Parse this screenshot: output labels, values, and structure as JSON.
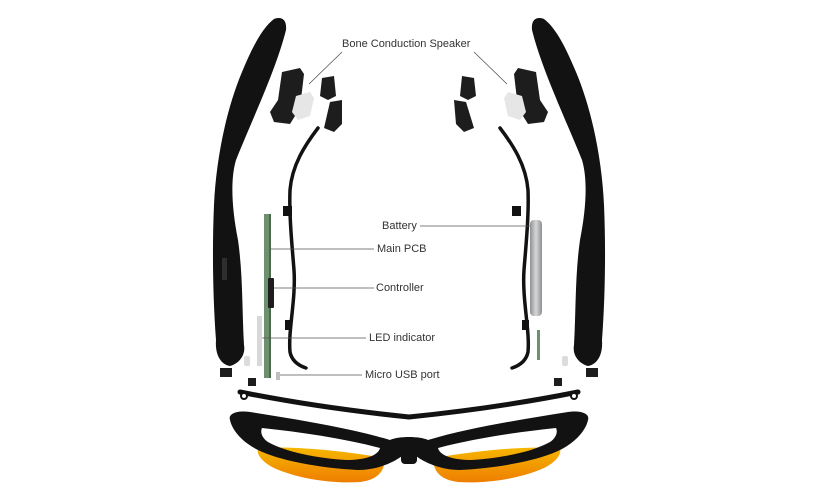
{
  "diagram": {
    "labels": {
      "bone_speaker": "Bone Conduction Speaker",
      "battery": "Battery",
      "main_pcb": "Main PCB",
      "controller": "Controller",
      "led_indicator": "LED indicator",
      "micro_usb": "Micro USB port"
    },
    "colors": {
      "frame": "#121212",
      "part_dark": "#1d1d1d",
      "leader_line": "#555555",
      "pcb": "#6f8f71",
      "battery": "#b4b6b8",
      "speaker_white": "#e6e6e6",
      "lens_yellow": "#f6b700",
      "lens_orange": "#ee7d00"
    }
  }
}
